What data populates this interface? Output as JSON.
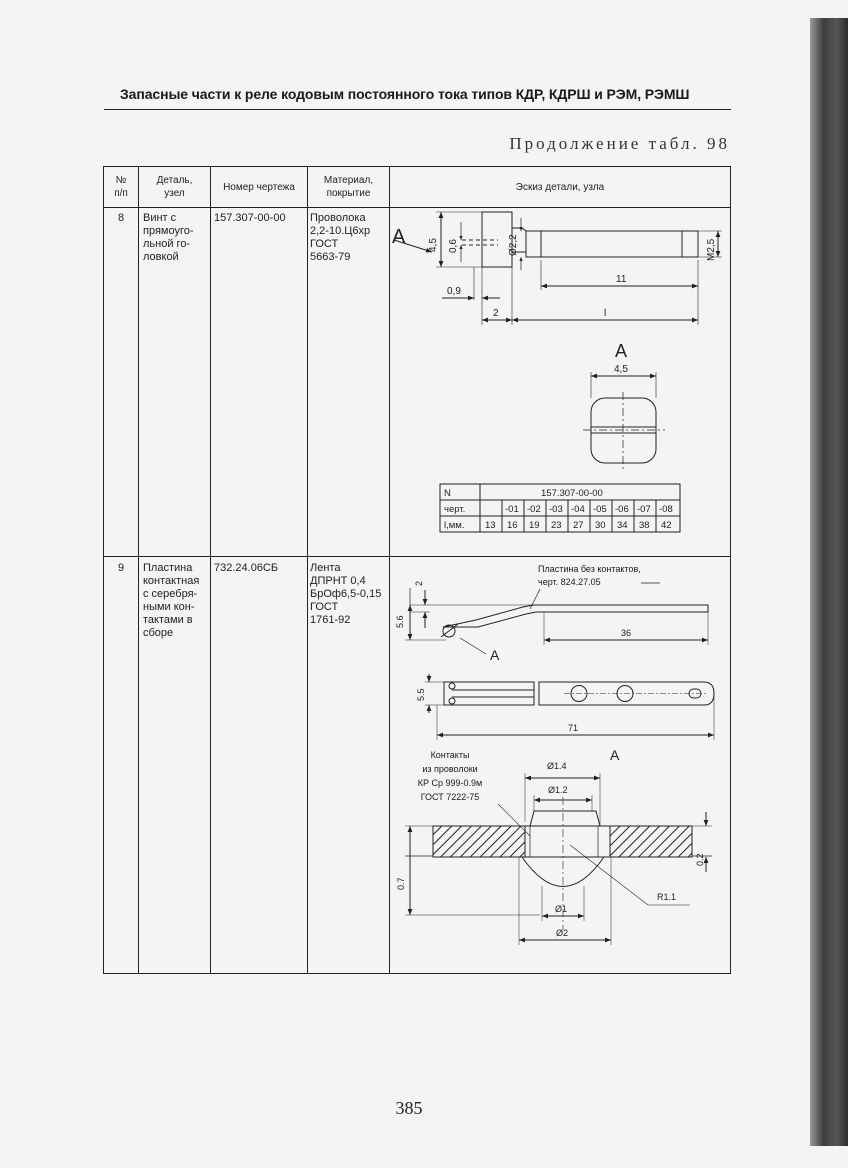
{
  "header": {
    "title": "Запасные части к реле кодовым постоянного тока типов КДР, КДРШ и РЭМ, РЭМШ"
  },
  "table_caption": "Продолжение табл. 98",
  "columns": {
    "num": "№\nп/п",
    "part": "Деталь,\nузел",
    "drawing": "Номер чертежа",
    "material": "Материал,\nпокрытие",
    "sketch": "Эскиз детали, узла"
  },
  "rows": [
    {
      "num": "8",
      "part": "Винт с\nпрямоуго-\nльной го-\nловкой",
      "drawing": "157.307-00-00",
      "material": "Проволока\n2,2-10.Ц6хр\nГОСТ\n5663-79"
    },
    {
      "num": "9",
      "part": "Пластина\nконтактная\nс серебря-\nными кон-\nтактами в\nсборе",
      "drawing": "732.24.06СБ",
      "material": "Лента\nДПРНТ 0,4\nБрОф6,5-0,15\nГОСТ\n1761-92"
    }
  ],
  "sketch8": {
    "view_label": "А",
    "dims": {
      "d45": "4,5",
      "d06": "0,6",
      "d22": "Ø2,2",
      "m25": "M2,5",
      "d11": "11",
      "d09": "0,9",
      "d2": "2",
      "dl": "l"
    },
    "view_a": {
      "title": "А",
      "width": "4,5"
    },
    "variant_table": {
      "row_labels": [
        "N",
        "черт.",
        "l,мм."
      ],
      "drawing": "157.307-00-00",
      "suffixes": [
        "-01",
        "-02",
        "-03",
        "-04",
        "-05",
        "-06",
        "-07",
        "-08"
      ],
      "lengths": [
        "13",
        "16",
        "19",
        "23",
        "27",
        "30",
        "34",
        "38",
        "42"
      ]
    }
  },
  "sketch9": {
    "note_plate": "Пластина без контактов,\nчерт. 824.27.05",
    "dims": {
      "d2": "2",
      "d56": "5.6",
      "d36": "36",
      "d55": "5.5",
      "d71": "71"
    },
    "view_label": "А",
    "detail_title": "А",
    "note_contacts": "Контакты\nиз проволоки\nКР Ср 999-0.9м\nГОСТ 7222-75",
    "detail_dims": {
      "d14": "Ø1.4",
      "d12": "Ø1.2",
      "d02": "0.2",
      "d07": "0.7",
      "r11": "R1.1",
      "d1": "Ø1",
      "d2": "Ø2"
    }
  },
  "page_number": "385"
}
